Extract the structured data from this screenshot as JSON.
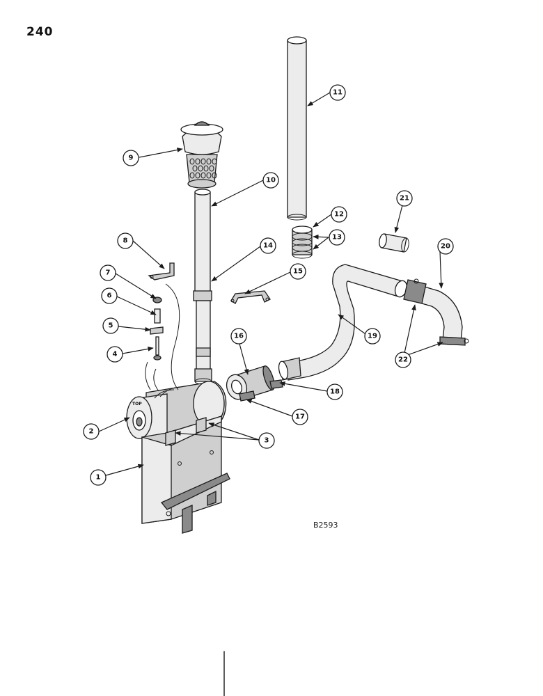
{
  "page": {
    "number": "240"
  },
  "drawing_code": "B2593",
  "part_label": "TOP",
  "callouts": [
    "1",
    "2",
    "3",
    "4",
    "5",
    "6",
    "7",
    "8",
    "9",
    "10",
    "11",
    "12",
    "13",
    "14",
    "15",
    "16",
    "17",
    "18",
    "19",
    "20",
    "21",
    "22"
  ]
}
